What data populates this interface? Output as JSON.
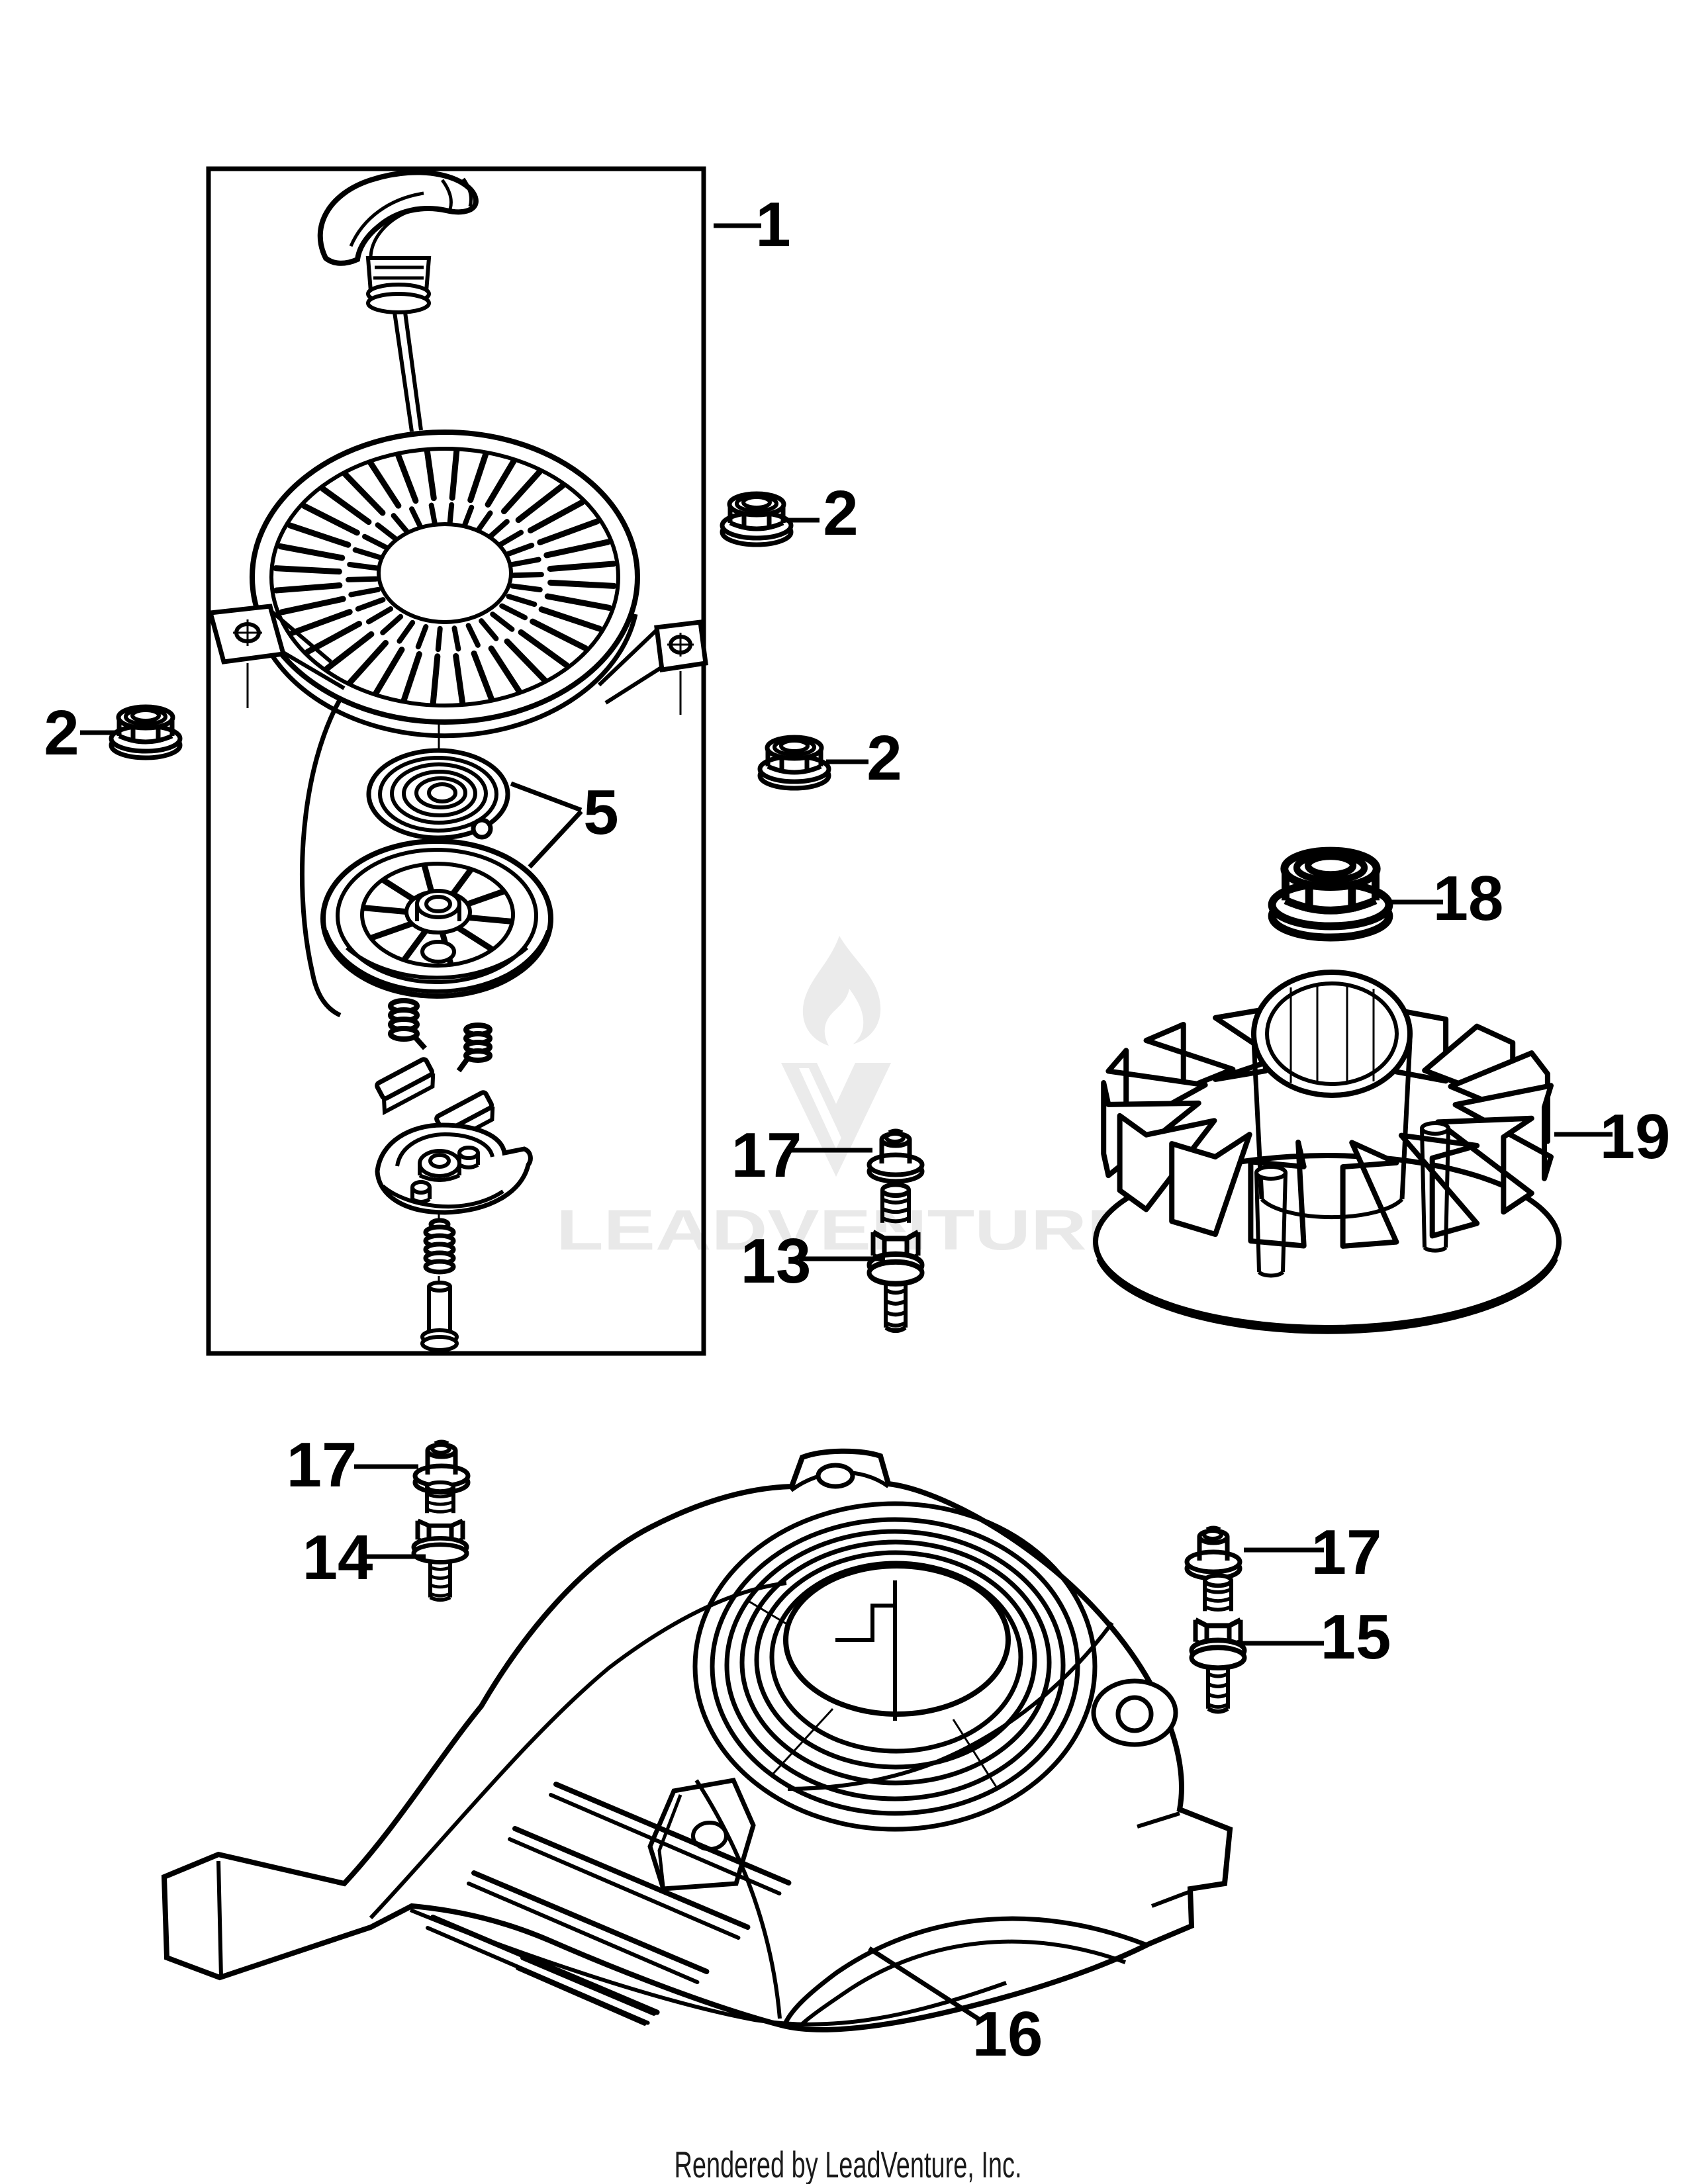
{
  "diagram": {
    "background_color": "#ffffff",
    "line_color": "#000000",
    "watermark": {
      "brand_text": "LEADVENTURE",
      "logo": "leadventure-flame-v-logo",
      "color": "#ebebeb"
    },
    "footer_text": "Rendered by LeadVenture, Inc.",
    "callouts": [
      {
        "label": "1"
      },
      {
        "label": "2"
      },
      {
        "label": "2"
      },
      {
        "label": "2"
      },
      {
        "label": "5"
      },
      {
        "label": "13"
      },
      {
        "label": "14"
      },
      {
        "label": "15"
      },
      {
        "label": "16"
      },
      {
        "label": "17"
      },
      {
        "label": "17"
      },
      {
        "label": "17"
      },
      {
        "label": "18"
      },
      {
        "label": "19"
      }
    ]
  }
}
